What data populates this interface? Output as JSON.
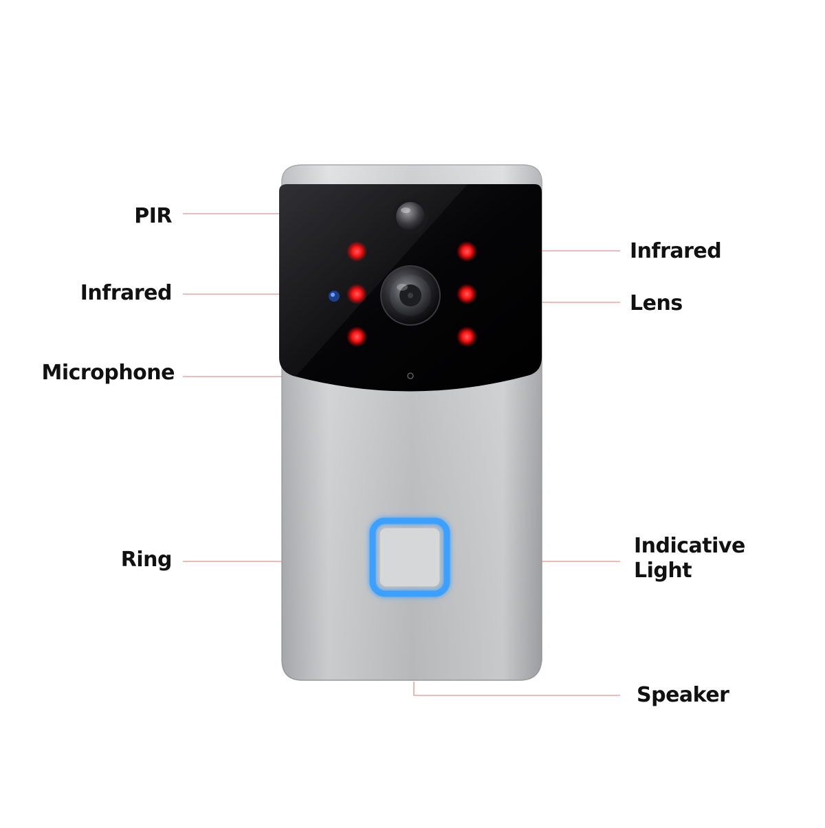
{
  "labels": {
    "pir": "PIR",
    "infrared_left": "Infrared",
    "microphone": "Microphone",
    "ring": "Ring",
    "infrared_right": "Infrared",
    "lens": "Lens",
    "indicative_light_line1": "Indicative",
    "indicative_light_line2": "Light",
    "speaker": "Speaker"
  },
  "colors": {
    "leader_line": "#e8a5a0",
    "infrared_led": "#ff1a1a",
    "indicator_ring": "#3aa0ff",
    "body_silver": "#c9cacc",
    "face_black": "#060608"
  }
}
